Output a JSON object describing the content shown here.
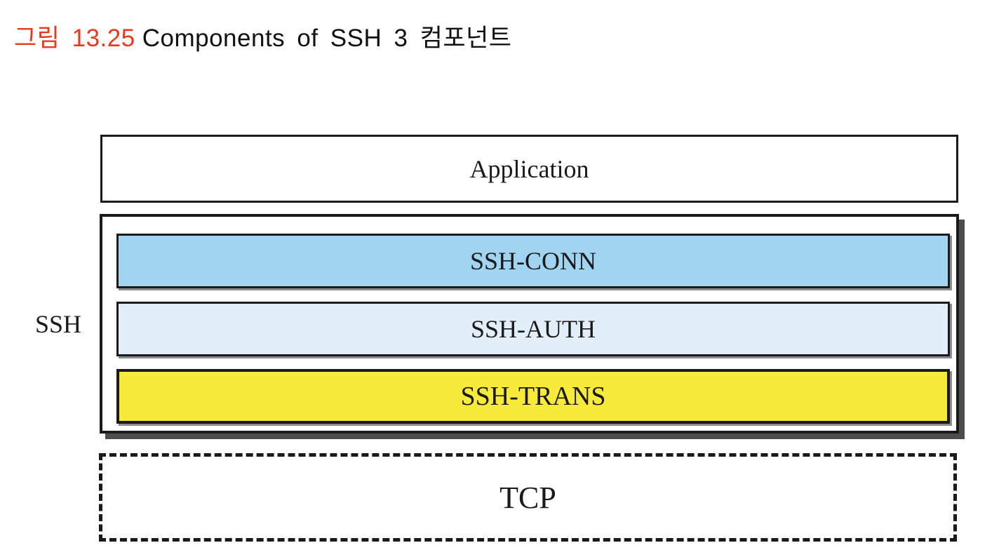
{
  "title": {
    "figure_label": "그림 13.25",
    "figure_label_color": "#e8391f",
    "text": "Components of SSH 3 컴포넌트"
  },
  "diagram": {
    "application_box": {
      "label": "Application"
    },
    "ssh_group": {
      "side_label": "SSH",
      "shadow_color": "#4d4d4d",
      "layers": [
        {
          "name": "ssh-conn",
          "label": "SSH-CONN",
          "fill": "#a0d4f0"
        },
        {
          "name": "ssh-auth",
          "label": "SSH-AUTH",
          "fill": "#e2effa"
        },
        {
          "name": "ssh-trans",
          "label": "SSH-TRANS",
          "fill": "#f7ea3b"
        }
      ]
    },
    "tcp_box": {
      "label": "TCP"
    }
  }
}
